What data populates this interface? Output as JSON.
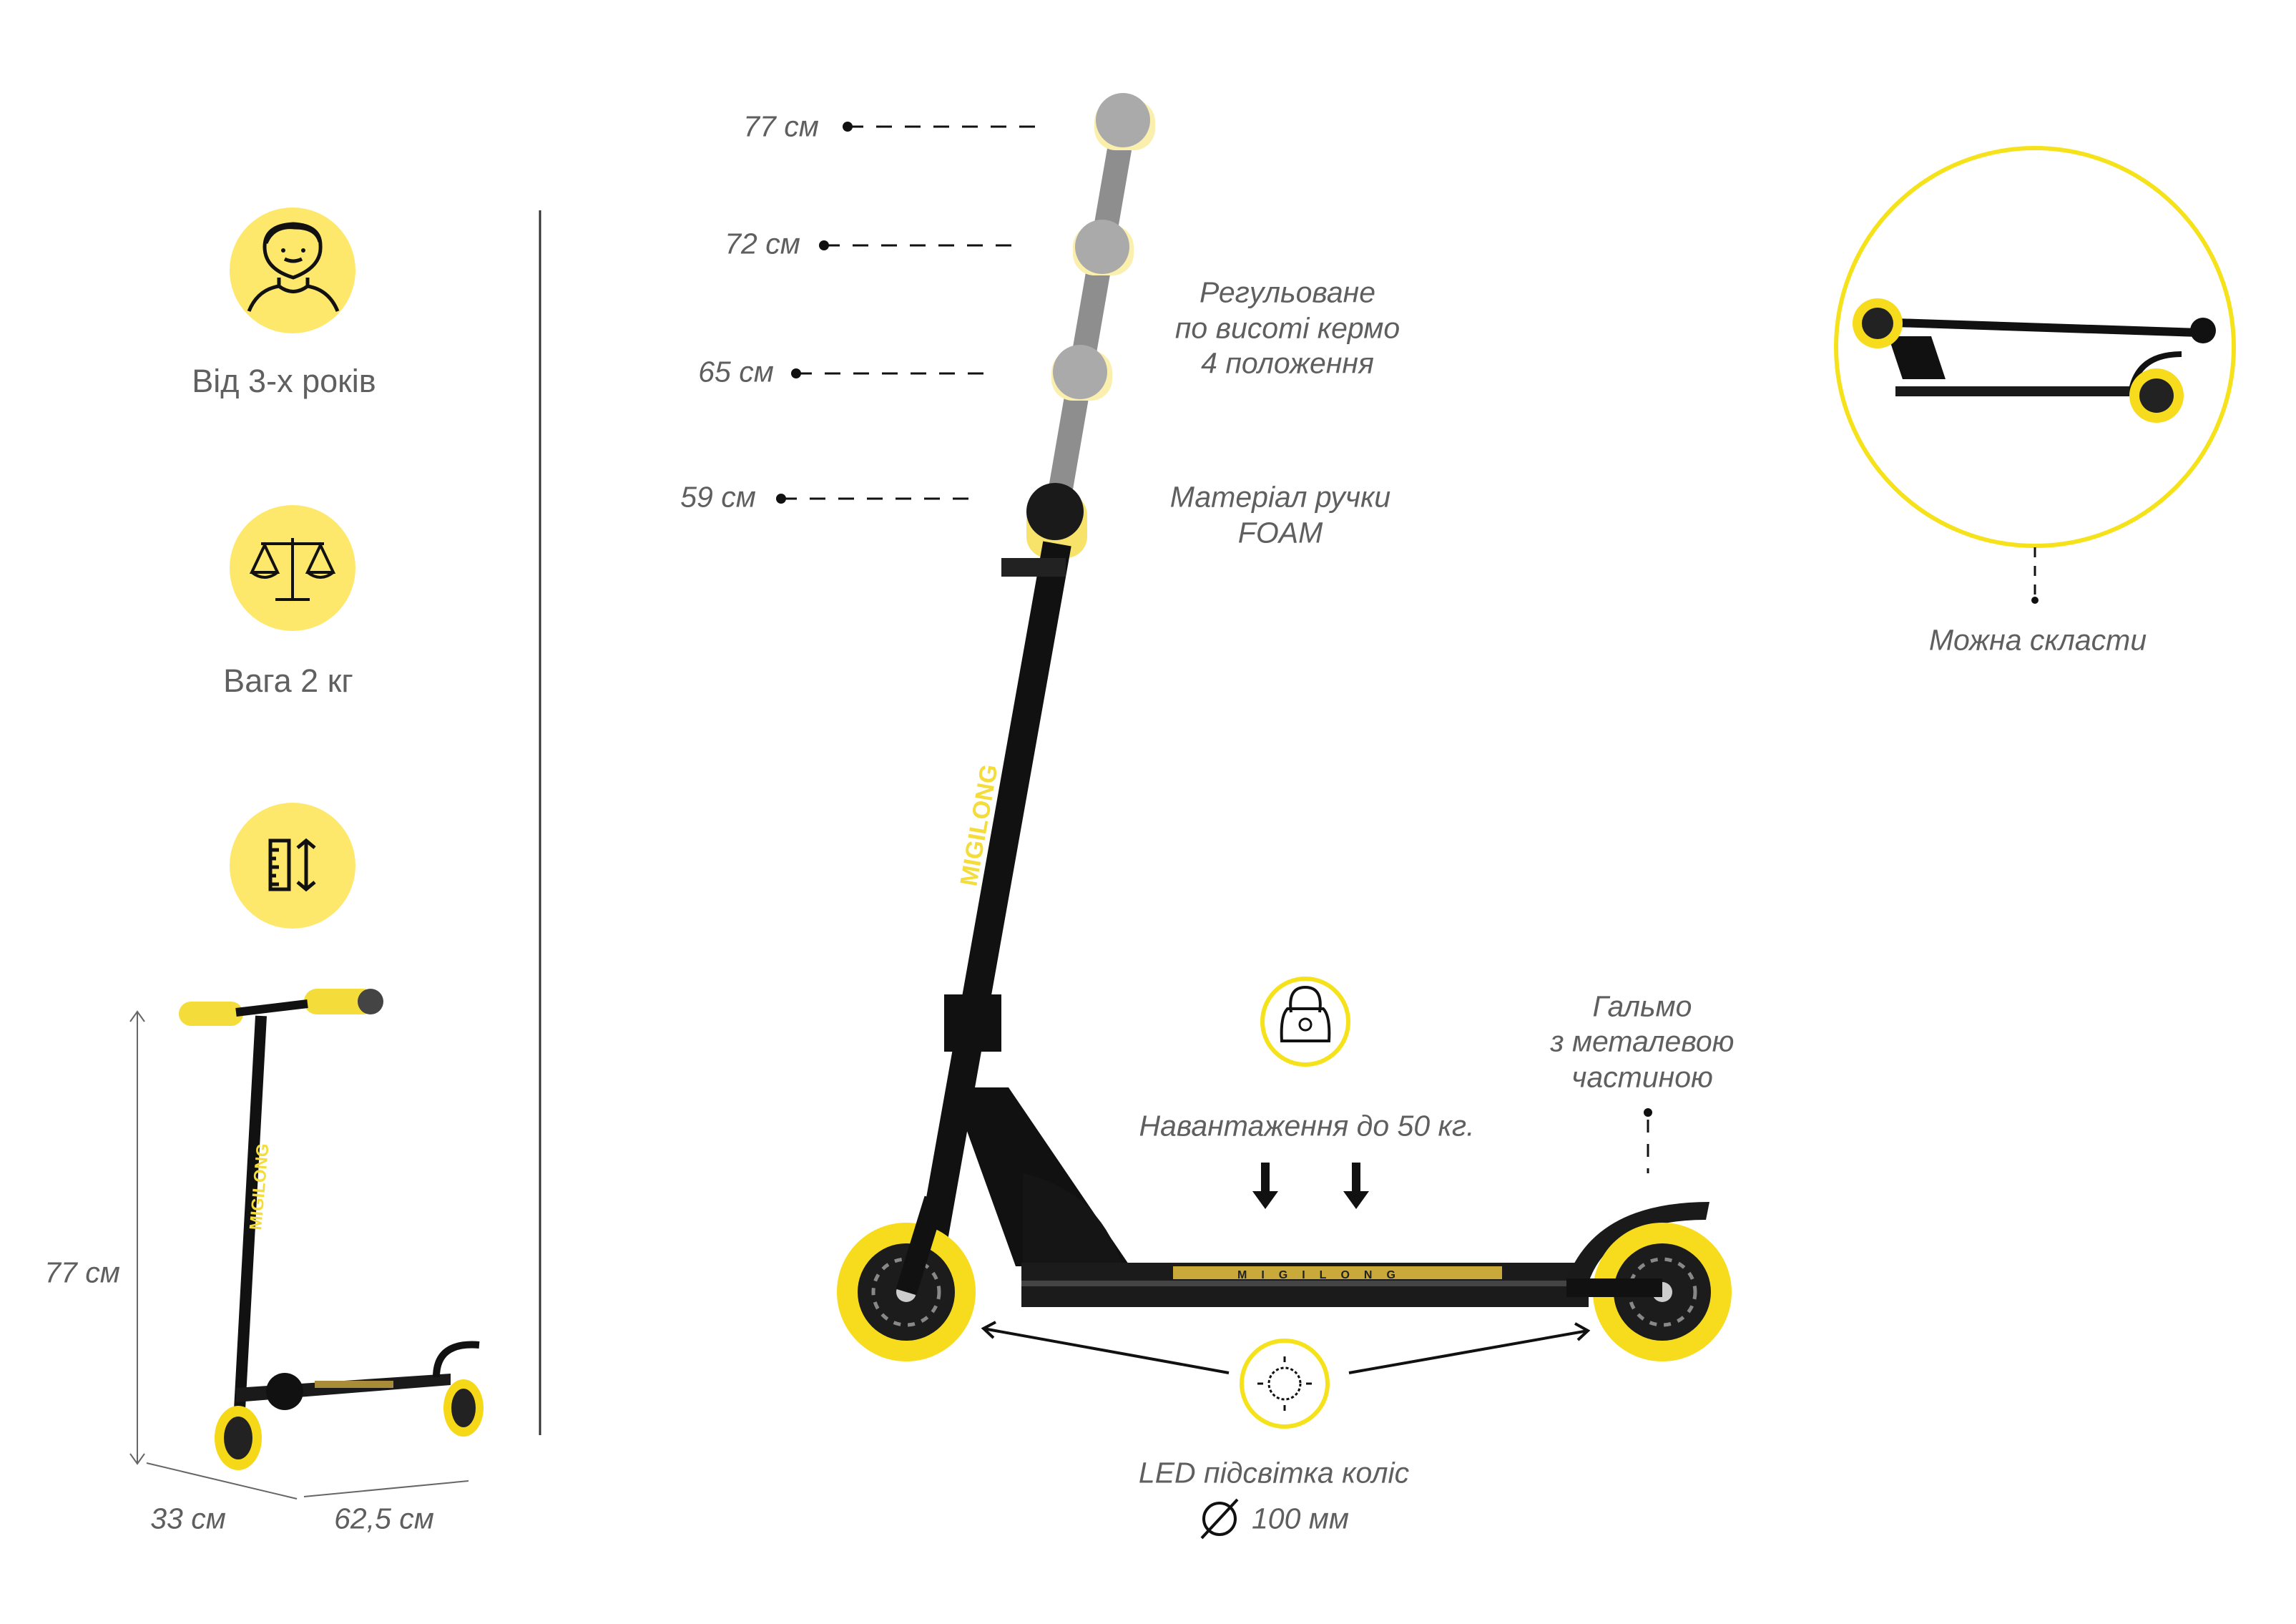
{
  "colors": {
    "yellow": "#fde86b",
    "accent_yellow": "#f5e21b",
    "wheel_yellow": "#f7dc1e",
    "text_gray": "#5f5f5f",
    "black": "#111111"
  },
  "features": [
    {
      "icon": "child-face-icon",
      "label": "Від 3-х років"
    },
    {
      "icon": "scales-icon",
      "label": "Вага 2 кг"
    },
    {
      "icon": "ruler-height-icon",
      "label": ""
    }
  ],
  "small_scooter": {
    "height": "77 см",
    "width": "33 см",
    "length": "62,5 см",
    "logo_text": "MIGILONG"
  },
  "heights": [
    "77 см",
    "72 см",
    "65 см",
    "59 см"
  ],
  "adjustable_note": [
    "Регульоване",
    "по висоті кермо",
    "4 положення"
  ],
  "grip_note": [
    "Матеріал ручки",
    "FOAM"
  ],
  "load": {
    "icon": "kettlebell-icon",
    "label": "Навантаження до 50 кг."
  },
  "brake_note": [
    "Гальмо",
    "з металевою",
    "частиною"
  ],
  "led": {
    "icon": "sun-light-icon",
    "label": "LED підсвітка коліс",
    "diameter": "100 мм"
  },
  "foldable": {
    "label": "Можна скласти"
  },
  "deck_logo": "MIGILONG"
}
